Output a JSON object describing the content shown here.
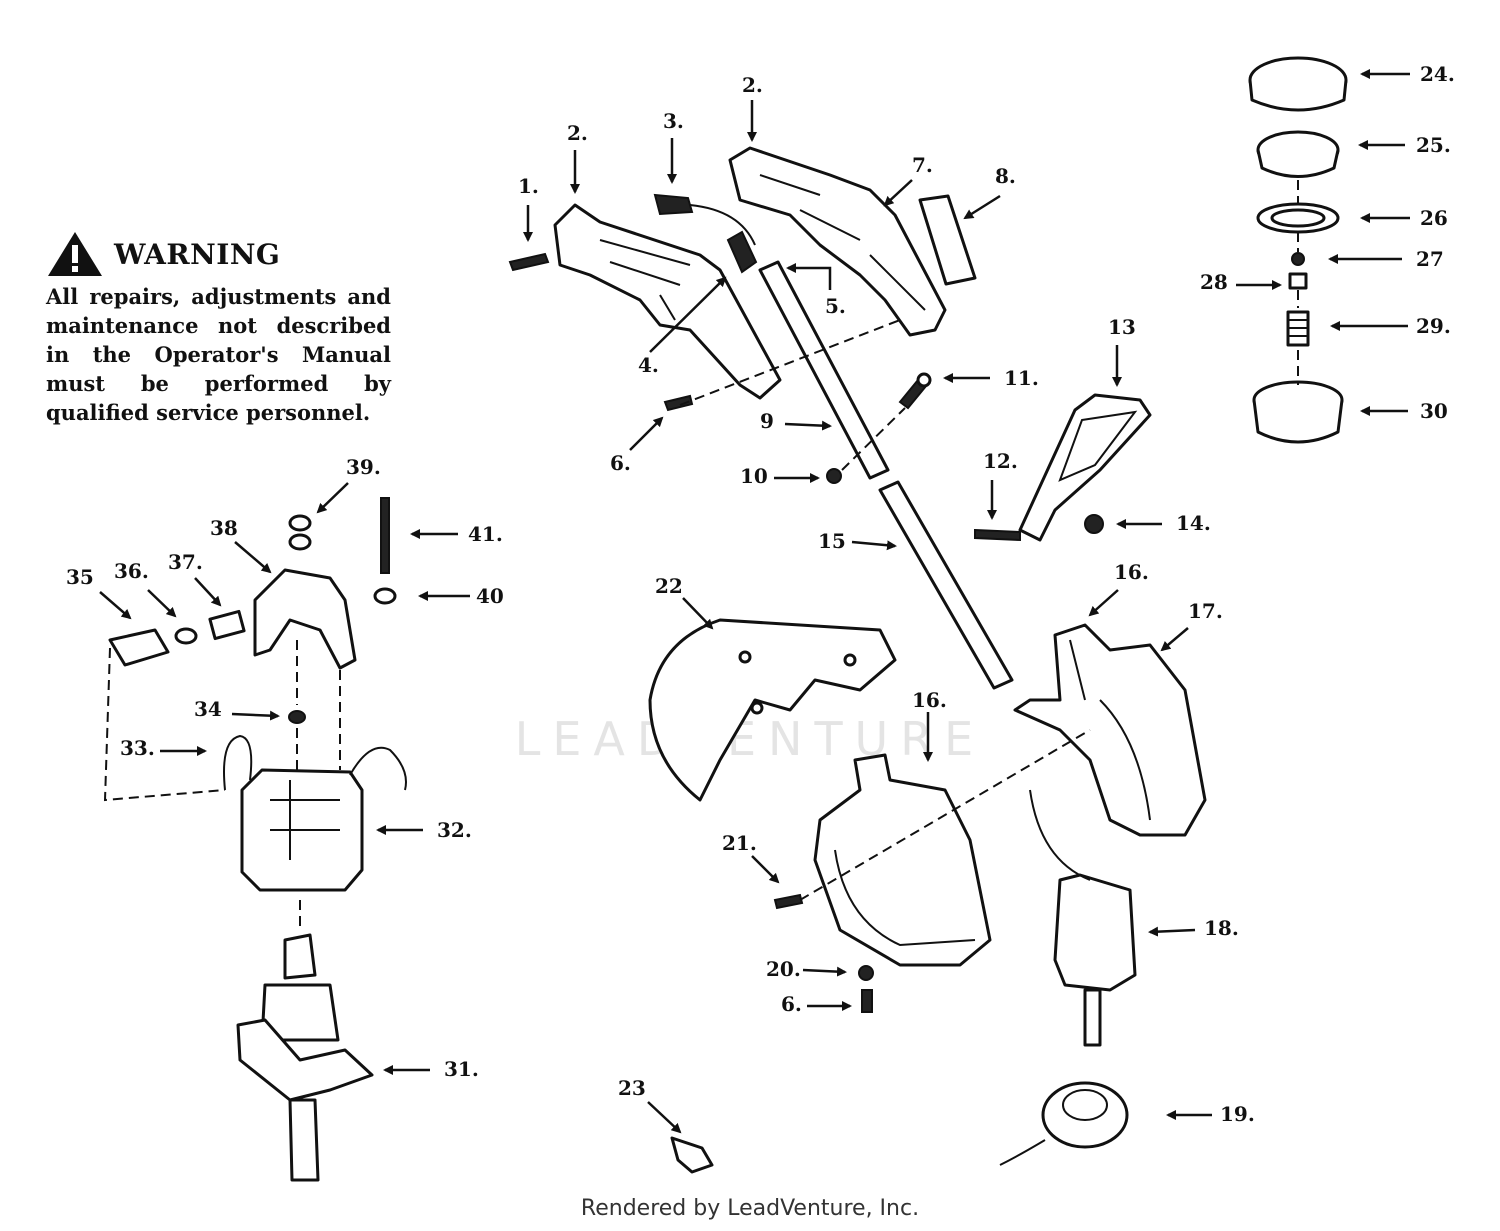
{
  "warning": {
    "icon": "warning-triangle-icon",
    "title": "WARNING",
    "body": "All repairs, adjustments and maintenance not described in the Operator's Manual must be performed by qualified service personnel."
  },
  "watermark": "LEADVENTURE",
  "footer": "Rendered by LeadVenture, Inc.",
  "callouts": {
    "c1": "1.",
    "c2a": "2.",
    "c2b": "2.",
    "c3": "3.",
    "c4": "4.",
    "c5": "5.",
    "c6a": "6.",
    "c6b": "6.",
    "c7": "7.",
    "c8": "8.",
    "c9": "9",
    "c10": "10",
    "c11": "11.",
    "c12": "12.",
    "c13": "13",
    "c14": "14.",
    "c15": "15",
    "c16a": "16.",
    "c16b": "16.",
    "c17": "17.",
    "c18": "18.",
    "c19": "19.",
    "c20": "20.",
    "c21": "21.",
    "c22": "22",
    "c23": "23",
    "c24": "24.",
    "c25": "25.",
    "c26": "26",
    "c27": "27",
    "c28": "28",
    "c29": "29.",
    "c30": "30",
    "c31": "31.",
    "c32": "32.",
    "c33": "33.",
    "c34": "34",
    "c35": "35",
    "c36": "36.",
    "c37": "37.",
    "c38": "38",
    "c39": "39.",
    "c40": "40",
    "c41": "41."
  }
}
